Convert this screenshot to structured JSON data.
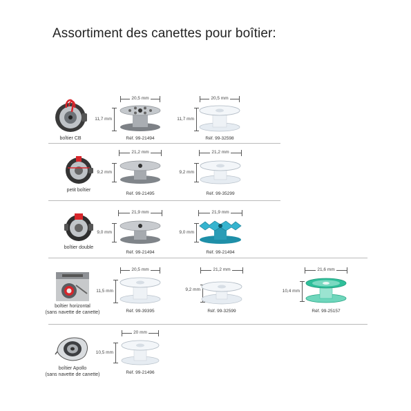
{
  "title": "Assortiment des canettes pour boîtier:",
  "rows": [
    {
      "case_label_1": "boîtier CB",
      "case_label_2": "",
      "bobbins": [
        {
          "width": "20,5 mm",
          "height": "11,7 mm",
          "ref": "Réf. 99-21494",
          "type": "metal-holes"
        },
        {
          "width": "20,5 mm",
          "height": "11,7 mm",
          "ref": "Réf. 99-32598",
          "type": "clear"
        }
      ]
    },
    {
      "case_label_1": "petit boîtier",
      "case_label_2": "",
      "bobbins": [
        {
          "width": "21,2 mm",
          "height": "9,2 mm",
          "ref": "Réf. 99-21495",
          "type": "metal"
        },
        {
          "width": "21,2 mm",
          "height": "9,2 mm",
          "ref": "Réf. 99-35299",
          "type": "clear"
        }
      ]
    },
    {
      "case_label_1": "boîtier double",
      "case_label_2": "",
      "bobbins": [
        {
          "width": "21,9 mm",
          "height": "9,0 mm",
          "ref": "Réf. 99-21494",
          "type": "metal"
        },
        {
          "width": "21,9 mm",
          "height": "9,0 mm",
          "ref": "Réf. 99-21494",
          "type": "blue"
        }
      ]
    },
    {
      "case_label_1": "boîtier horizontal",
      "case_label_2": "(sans navette de canette)",
      "bobbins": [
        {
          "width": "20,5 mm",
          "height": "11,5 mm",
          "ref": "Réf. 99-39395",
          "type": "clear"
        },
        {
          "width": "21,2 mm",
          "height": "9,2 mm",
          "ref": "Réf. 99-32599",
          "type": "clear-flat"
        },
        {
          "width": "21,6 mm",
          "height": "10,4 mm",
          "ref": "Réf. 99-25157",
          "type": "green"
        }
      ]
    },
    {
      "case_label_1": "boîtier Apollo",
      "case_label_2": "(sans navette de canette)",
      "bobbins": [
        {
          "width": "20 mm",
          "height": "10,5 mm",
          "ref": "Réf. 99-21496",
          "type": "clear"
        }
      ]
    }
  ],
  "colors": {
    "metal": "#9ea3a8",
    "clear": "#e6ecf2",
    "blue": "#29a9c4",
    "green": "#2fbf9a",
    "thread_red": "#d8262b"
  },
  "icons": [
    "bobbin-case-cb-icon",
    "small-bobbin-case-icon",
    "double-bobbin-case-icon",
    "horizontal-bobbin-case-icon",
    "apollo-bobbin-case-icon"
  ]
}
